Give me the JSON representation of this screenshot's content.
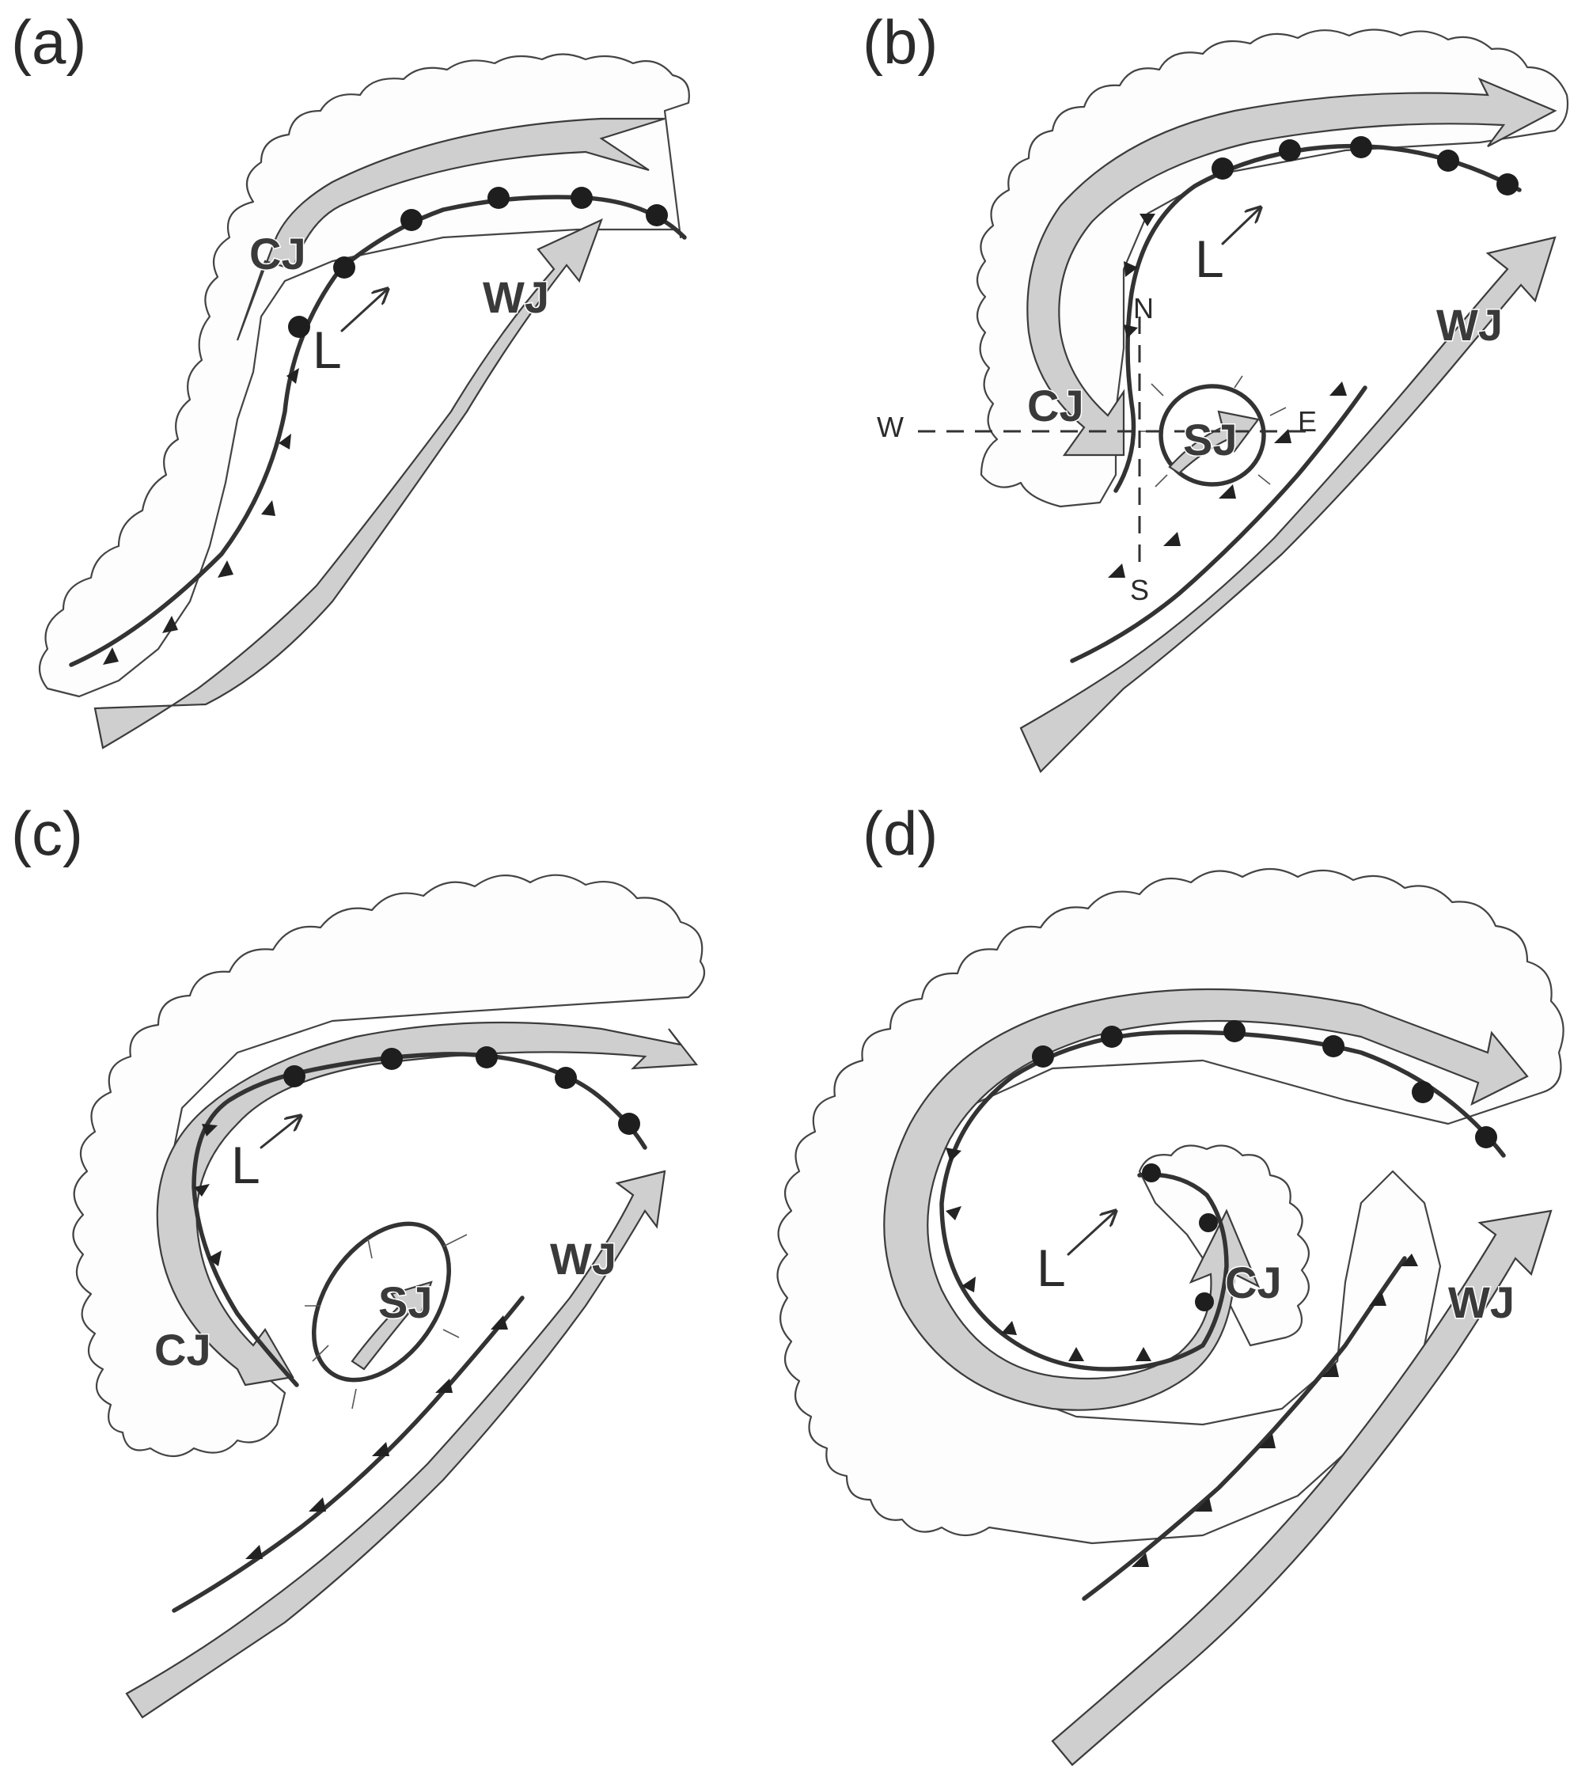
{
  "panels": [
    {
      "id": "a",
      "label": "(a)",
      "jets": [
        "CJ",
        "WJ"
      ],
      "low": "L"
    },
    {
      "id": "b",
      "label": "(b)",
      "jets": [
        "CJ",
        "WJ",
        "SJ"
      ],
      "low": "L",
      "compass": {
        "north": "N",
        "south": "S",
        "east": "E",
        "west": "W"
      }
    },
    {
      "id": "c",
      "label": "(c)",
      "jets": [
        "CJ",
        "WJ",
        "SJ"
      ],
      "low": "L"
    },
    {
      "id": "d",
      "label": "(d)",
      "jets": [
        "CJ",
        "WJ"
      ],
      "low": "L"
    }
  ],
  "colors": {
    "cloud_fill": "#fdfdfd",
    "cloud_outline": "#444444",
    "jet_fill": "#cfcfcf",
    "front_line": "#333333"
  },
  "icons": {
    "warm_front_symbol": "semicircle-marker",
    "cold_front_symbol": "triangle-marker",
    "low_motion": "arrow-icon"
  }
}
